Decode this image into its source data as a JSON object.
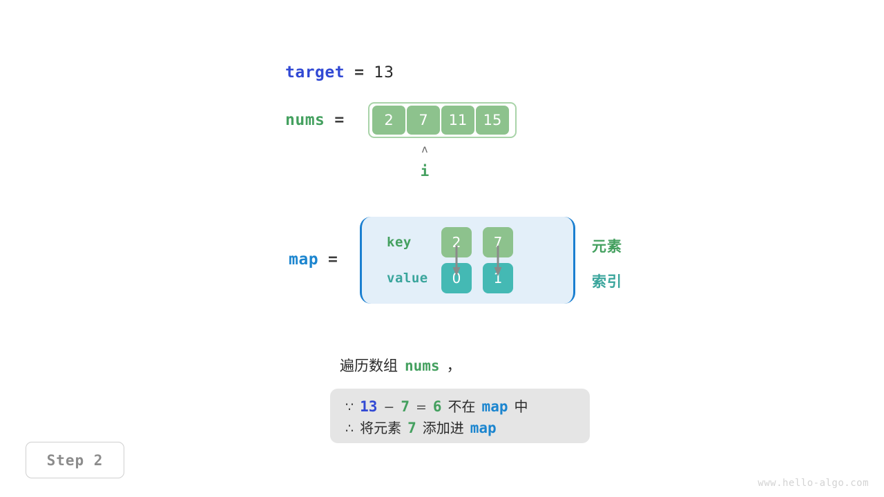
{
  "diagram": {
    "title_vars": {
      "target_label": "target",
      "target_eq": "=",
      "target_value": "13",
      "nums_label": "nums",
      "nums_eq": "=",
      "map_label": "map",
      "map_eq": "="
    },
    "array": {
      "name": "nums",
      "cells": [
        "2",
        "7",
        "11",
        "15"
      ],
      "pointer": {
        "caret": "ʌ",
        "label": "i",
        "index": 1
      }
    },
    "map": {
      "row_labels": {
        "key": "key",
        "value": "value"
      },
      "entries": [
        {
          "key": "2",
          "value": "0"
        },
        {
          "key": "7",
          "value": "1"
        }
      ],
      "side_labels": {
        "element": "元素",
        "index": "索引"
      }
    },
    "caption": {
      "prefix": "遍历数组",
      "code": "nums",
      "suffix": "，"
    },
    "reason_box": {
      "line1": {
        "symbol": "∵",
        "a": "13",
        "minus": "−",
        "b": "7",
        "equals": "=",
        "result": "6",
        "text_mid": "不在",
        "code": "map",
        "text_end": "中"
      },
      "line2": {
        "symbol": "∴",
        "text_start": "将元素",
        "value": "7",
        "text_mid": "添加进",
        "code": "map"
      }
    },
    "step_badge": "Step 2",
    "watermark": "www.hello-algo.com",
    "colors": {
      "target_blue": "#3149d4",
      "nums_green": "#44a05f",
      "map_blue": "#1b85cf",
      "array_cell": "#8dc28d",
      "array_border": "#a8d3a8",
      "map_bg": "#e3eff9",
      "map_border": "#1b7fd0",
      "value_teal": "#44b9b4",
      "index_teal": "#3aa59c",
      "reason_bg": "#e5e5e5",
      "arrow_gray": "#8a8a8a",
      "badge_text": "#8c8c8c",
      "watermark": "#d3d3d3"
    }
  }
}
